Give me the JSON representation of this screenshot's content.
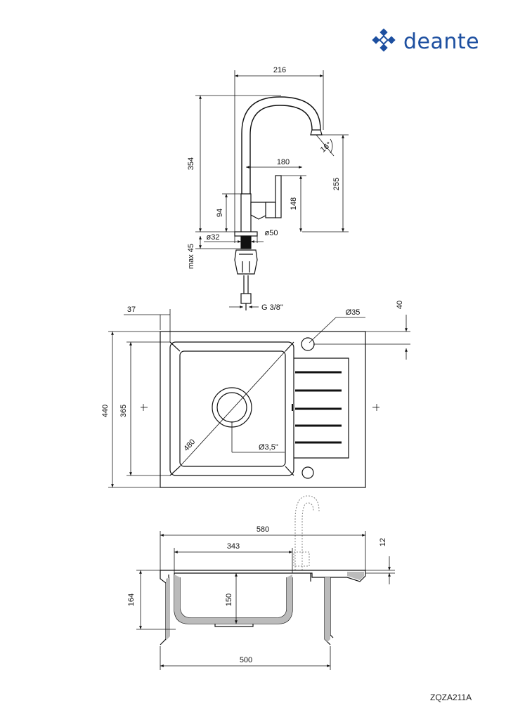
{
  "brand": {
    "name": "deante",
    "color": "#1d4fa0"
  },
  "product_code": "ZQZA211A",
  "faucet": {
    "overall_width": "216",
    "height": "354",
    "spout_reach": "180",
    "spout_height": "255",
    "spout_angle": "16°",
    "lever_height": "148",
    "body_height": "94",
    "base_diameter": "ø50",
    "mount_diameter": "ø32",
    "max_thickness": "max 45",
    "connection": "G 3/8\""
  },
  "sink_top": {
    "offset_left": "37",
    "offset_top": "40",
    "tap_hole": "Ø35",
    "height": "440",
    "bowl_height": "365",
    "diagonal": "480",
    "drain": "Ø3,5\""
  },
  "sink_section": {
    "width": "580",
    "bowl_width": "343",
    "rim": "12",
    "total_depth": "164",
    "bowl_depth": "150",
    "base_width": "500"
  }
}
